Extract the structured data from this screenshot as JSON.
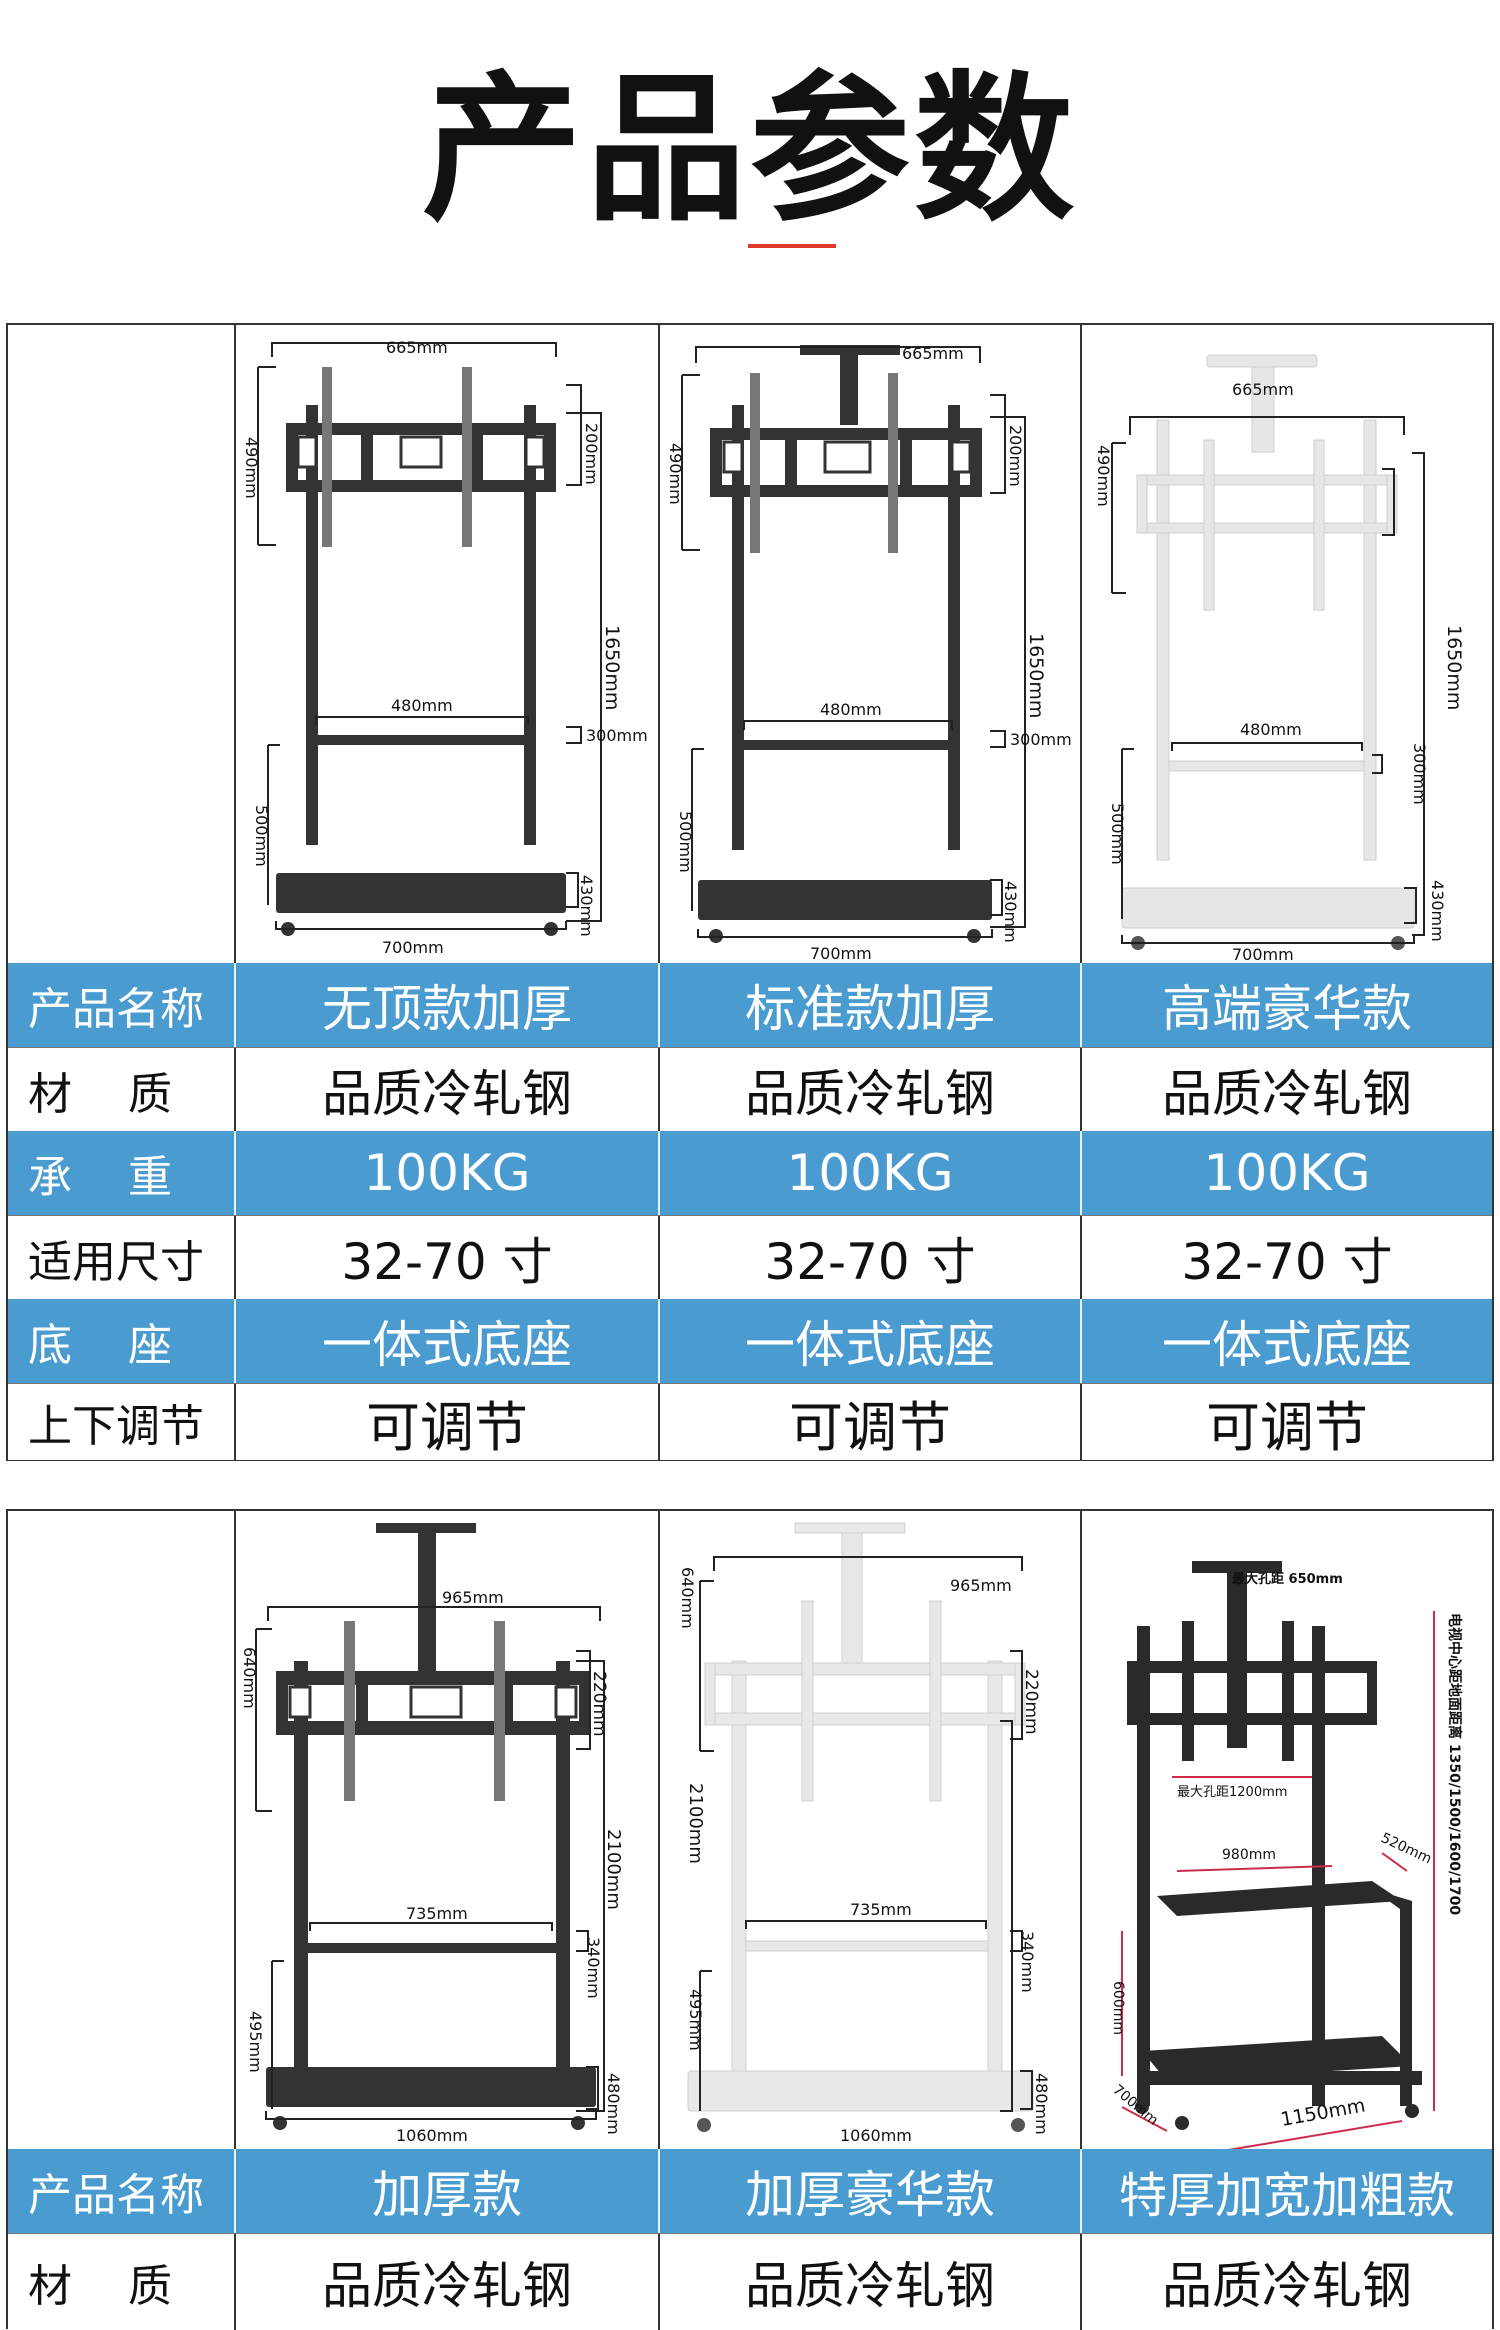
{
  "page": {
    "title": "产品参数",
    "accent": "#e03a2a",
    "band_color": "#4a9bd0"
  },
  "table1": {
    "diagrams": [
      {
        "color": "black",
        "dims": [
          "665mm",
          "490mm",
          "200mm",
          "1650mm",
          "480mm",
          "300mm",
          "500mm",
          "430mm",
          "700mm"
        ]
      },
      {
        "color": "black",
        "dims": [
          "665mm",
          "490mm",
          "200mm",
          "1650mm",
          "480mm",
          "300mm",
          "500mm",
          "430mm",
          "700mm"
        ]
      },
      {
        "color": "white",
        "dims": [
          "665mm",
          "490mm",
          "1650mm",
          "480mm",
          "300mm",
          "500mm",
          "430mm",
          "700mm"
        ]
      }
    ],
    "rows": [
      {
        "label": "产品名称",
        "values": [
          "无顶款加厚",
          "标准款加厚",
          "高端豪华款"
        ]
      },
      {
        "label": "材    质",
        "values": [
          "品质冷轧钢",
          "品质冷轧钢",
          "品质冷轧钢"
        ]
      },
      {
        "label": "承    重",
        "values": [
          "100KG",
          "100KG",
          "100KG"
        ]
      },
      {
        "label": "适用尺寸",
        "values": [
          "32-70 寸",
          "32-70 寸",
          "32-70 寸"
        ]
      },
      {
        "label": "底    座",
        "values": [
          "一体式底座",
          "一体式底座",
          "一体式底座"
        ]
      },
      {
        "label": "上下调节",
        "values": [
          "可调节",
          "可调节",
          "可调节"
        ]
      }
    ]
  },
  "table2": {
    "diagrams": [
      {
        "color": "black",
        "dims": [
          "965mm",
          "640mm",
          "220mm",
          "2100mm",
          "735mm",
          "340mm",
          "495mm",
          "480mm",
          "1060mm"
        ]
      },
      {
        "color": "white",
        "dims": [
          "640mm",
          "965mm",
          "220mm",
          "2100mm",
          "735mm",
          "340mm",
          "495mm",
          "480mm",
          "1060mm"
        ]
      },
      {
        "color": "black",
        "dims": [
          "最大孔距 650mm",
          "电视中心距地面距离 1350/1500/1600/1700",
          "最大孔距1200mm",
          "980mm",
          "520mm",
          "600mm",
          "700mm",
          "1150mm"
        ]
      }
    ],
    "rows": [
      {
        "label": "产品名称",
        "values": [
          "加厚款",
          "加厚豪华款",
          "特厚加宽加粗款"
        ]
      },
      {
        "label": "材    质",
        "values": [
          "品质冷轧钢",
          "品质冷轧钢",
          "品质冷轧钢"
        ]
      }
    ]
  }
}
